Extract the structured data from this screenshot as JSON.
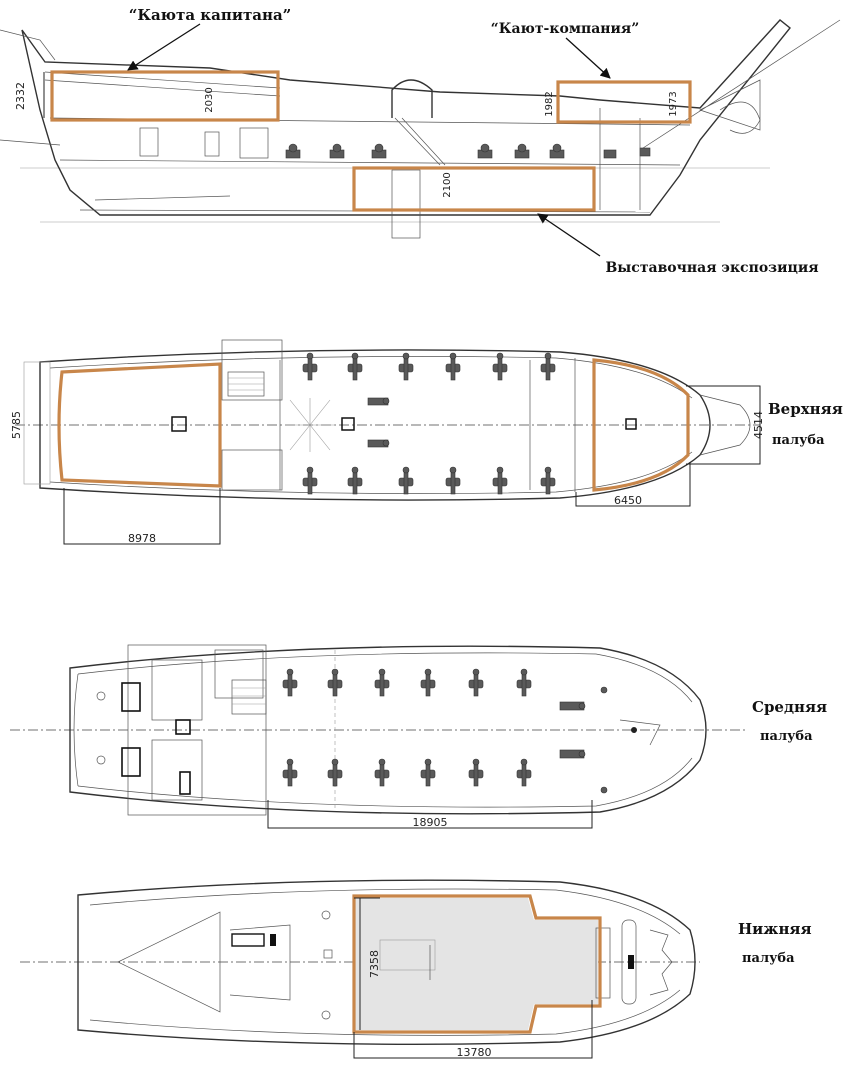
{
  "annotations": {
    "captain_cabin": "“Каюта капитана”",
    "wardroom": "“Кают-компания”",
    "exhibition": "Выставочная экспозиция"
  },
  "decks": {
    "upper_line1": "Верхняя",
    "upper_line2": "палуба",
    "middle_line1": "Средняя",
    "middle_line2": "палуба",
    "lower_line1": "Нижняя",
    "lower_line2": "палуба"
  },
  "dimensions": {
    "side_2332": "2332",
    "side_2030": "2030",
    "side_1982": "1982",
    "side_1973": "1973",
    "side_2100": "2100",
    "upper_5785": "5785",
    "upper_8978": "8978",
    "upper_4514": "4514",
    "upper_6450": "6450",
    "middle_18905": "18905",
    "lower_7358": "7358",
    "lower_13780": "13780"
  },
  "colors": {
    "highlight": "#c8864a",
    "line": "#333333",
    "gun": "#5a5a5a"
  }
}
